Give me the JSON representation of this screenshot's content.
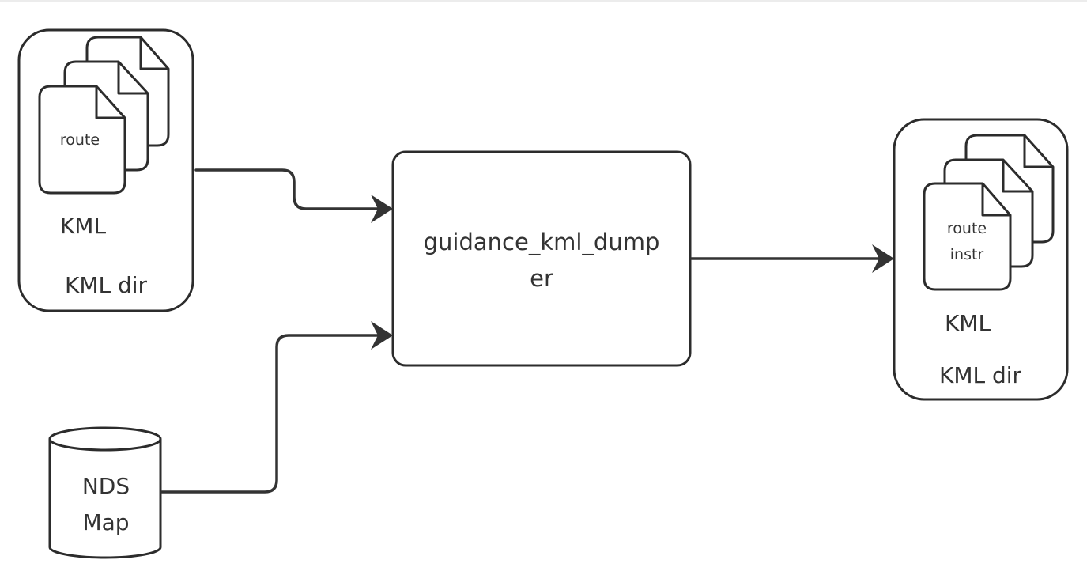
{
  "input_dir": {
    "file_label": "route",
    "type_label": "KML",
    "dir_label": "KML dir"
  },
  "processor": {
    "label_line1": "guidance_kml_dump",
    "label_line2": "er"
  },
  "output_dir": {
    "file_label_line1": "route",
    "file_label_line2": "instr",
    "type_label": "KML",
    "dir_label": "KML dir"
  },
  "database": {
    "label_line1": "NDS",
    "label_line2": "Map"
  },
  "colors": {
    "stroke": "#2c2c2c",
    "connector": "#333333",
    "background": "#ffffff"
  }
}
